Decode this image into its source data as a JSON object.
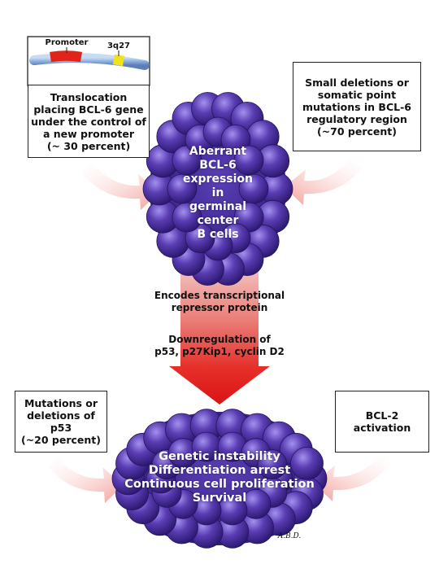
{
  "colors": {
    "cell_body": "#4b2fa0",
    "cell_dark": "#2e1a78",
    "cell_light": "#9b87e8",
    "arrow_pink": "#f6b7b4",
    "arrow_red": "#e31f1f",
    "chromosome_blue": "#8aaedd",
    "promoter_red": "#e2231a",
    "gene_yellow": "#f2e21b"
  },
  "chromosome": {
    "promoter_label": "Promoter",
    "gene_label": "3q27"
  },
  "boxes": {
    "top_left": "Translocation\nplacing BCL-6 gene\nunder the control of\na new promoter\n(~ 30 percent)",
    "top_right": "Small deletions or\nsomatic point\nmutations in BCL-6\nregulatory region\n(~70 percent)",
    "bottom_left": "Mutations or\ndeletions of\np53\n(~20 percent)",
    "bottom_right": "BCL-2\nactivation"
  },
  "clusters": {
    "top": "Aberrant\nBCL-6\nexpression\nin\ngerminal\ncenter\nB cells",
    "bottom": "Genetic instability\nDifferentiation arrest\nContinuous cell proliferation\nSurvival"
  },
  "middle": {
    "encodes": "Encodes transcriptional\nrepressor protein",
    "downregulation": "Downregulation of\np53, p27Kip1, cyclin D2"
  },
  "signature": "A.B.D."
}
